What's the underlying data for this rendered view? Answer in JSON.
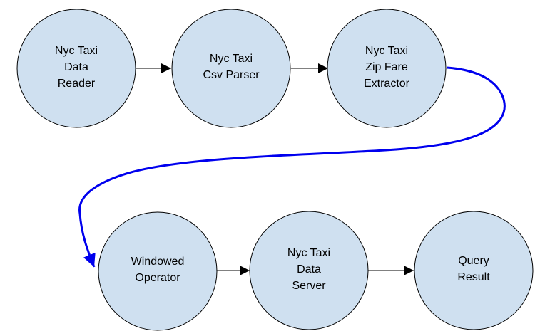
{
  "colors": {
    "node_fill": "#cfe0f0",
    "node_stroke": "#000000",
    "arrow_black": "#000000",
    "arrow_blue": "#0000ee"
  },
  "nodes": [
    {
      "id": "nyc-taxi-data-reader",
      "lines": [
        "Nyc Taxi",
        "Data",
        "Reader"
      ]
    },
    {
      "id": "nyc-taxi-csv-parser",
      "lines": [
        "Nyc Taxi",
        "Csv Parser"
      ]
    },
    {
      "id": "nyc-taxi-zip-fare-extractor",
      "lines": [
        "Nyc Taxi",
        "Zip Fare",
        "Extractor"
      ]
    },
    {
      "id": "windowed-operator",
      "lines": [
        "Windowed",
        "Operator"
      ]
    },
    {
      "id": "nyc-taxi-data-server",
      "lines": [
        "Nyc Taxi",
        "Data",
        "Server"
      ]
    },
    {
      "id": "query-result",
      "lines": [
        "Query",
        "Result"
      ]
    }
  ],
  "edges": [
    {
      "from": "nyc-taxi-data-reader",
      "to": "nyc-taxi-csv-parser",
      "color": "black"
    },
    {
      "from": "nyc-taxi-csv-parser",
      "to": "nyc-taxi-zip-fare-extractor",
      "color": "black"
    },
    {
      "from": "nyc-taxi-zip-fare-extractor",
      "to": "windowed-operator",
      "color": "blue"
    },
    {
      "from": "windowed-operator",
      "to": "nyc-taxi-data-server",
      "color": "black"
    },
    {
      "from": "nyc-taxi-data-server",
      "to": "query-result",
      "color": "black"
    }
  ]
}
